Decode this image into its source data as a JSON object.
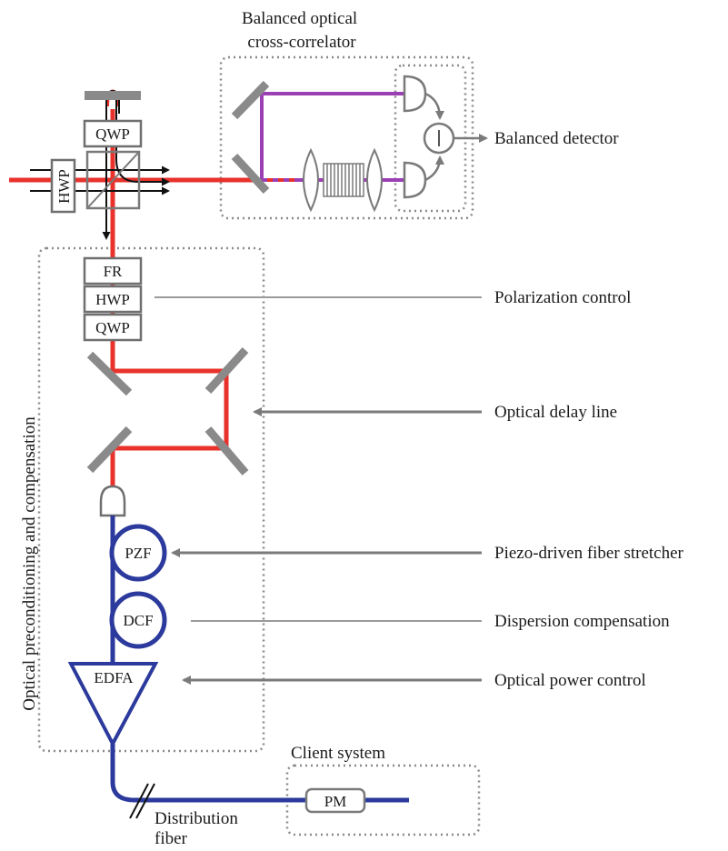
{
  "labels": {
    "cross_correlator": "Balanced optical\ncross-correlator",
    "balanced_detector": "Balanced detector",
    "polarization_control": "Polarization control",
    "optical_delay_line": "Optical delay line",
    "piezo_stretcher": "Piezo-driven fiber stretcher",
    "dispersion_compensation": "Dispersion compensation",
    "optical_power_control": "Optical power control",
    "vertical_group": "Optical preconditioning and compensation",
    "client_system": "Client system",
    "distribution_fiber": "Distribution\nfiber"
  },
  "components": {
    "qwp_top": "QWP",
    "hwp_left": "HWP",
    "fr": "FR",
    "hwp": "HWP",
    "qwp": "QWP",
    "pzf": "PZF",
    "dcf": "DCF",
    "edfa": "EDFA",
    "pm": "PM"
  },
  "colors": {
    "free_space_beam": "#e8322b",
    "fiber": "#2b3a9c",
    "cross_correlator_beam": "#9b3fb5",
    "optics_gray": "#7a7a7a",
    "dotted_border": "#8a8a8a",
    "text": "#1a1a1a"
  }
}
